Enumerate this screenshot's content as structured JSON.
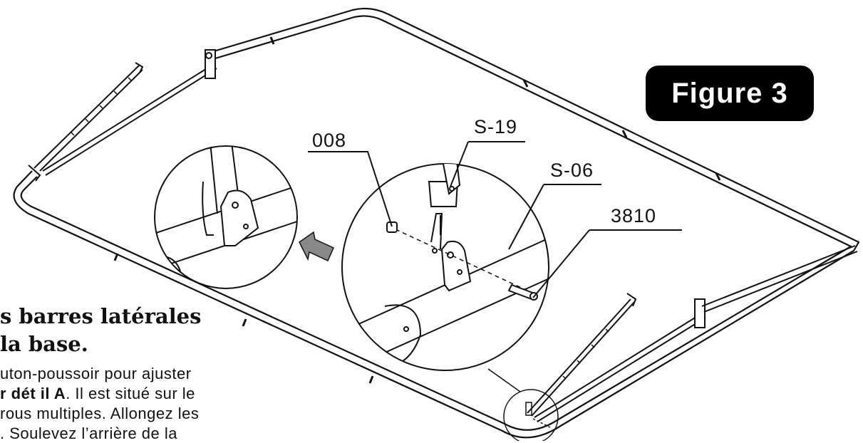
{
  "figure_label": "Figure 3",
  "callouts": {
    "c008": "008",
    "cS19": "S-19",
    "cS06": "S-06",
    "c3810": "3810"
  },
  "text_panel": {
    "heading_line1": "s barres latérales",
    "heading_line2": "la base.",
    "body_line1": "uton-poussoir pour ajuster",
    "body_line2_bold": "r dét il A",
    "body_line2_rest": ". Il est situé sur le",
    "body_line3": "rous multiples. Allongez les",
    "body_line4": ". Soulevez l’arrière de la"
  }
}
